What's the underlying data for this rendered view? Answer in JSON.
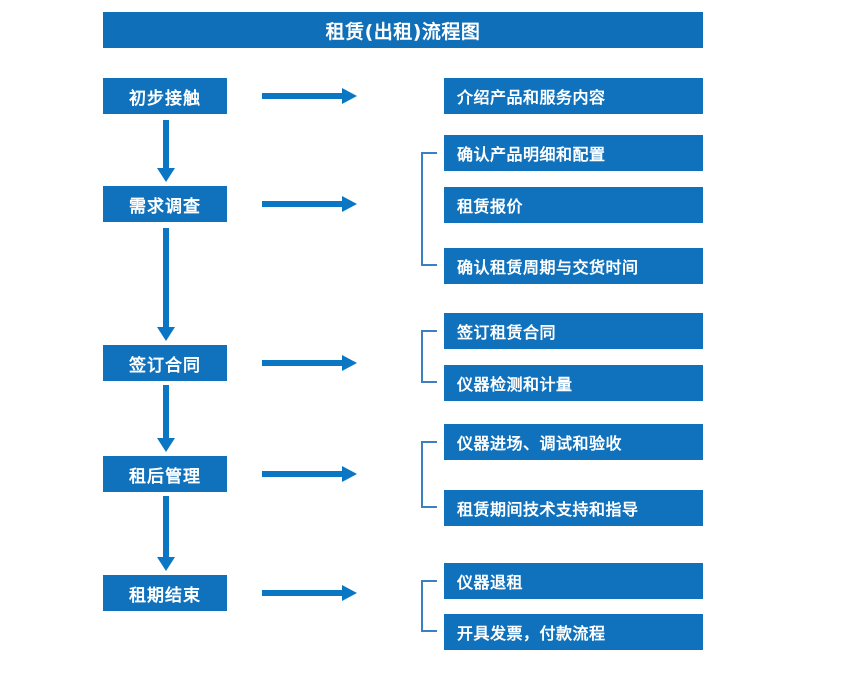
{
  "title": "租赁(出租)流程图",
  "colors": {
    "box_fill": "#1071BC",
    "banner_fill": "#0F6FB8",
    "arrow": "#0B76C4",
    "bracket": "#3E7FC1",
    "text": "#FFFFFF",
    "background": "#FFFFFF"
  },
  "stages": [
    {
      "id": "stage-1",
      "label": "初步接触"
    },
    {
      "id": "stage-2",
      "label": "需求调查"
    },
    {
      "id": "stage-3",
      "label": "签订合同"
    },
    {
      "id": "stage-4",
      "label": "租后管理"
    },
    {
      "id": "stage-5",
      "label": "租期结束"
    }
  ],
  "details": [
    {
      "id": "detail-1-1",
      "label": "介绍产品和服务内容"
    },
    {
      "id": "detail-2-1",
      "label": "确认产品明细和配置"
    },
    {
      "id": "detail-2-2",
      "label": "租赁报价"
    },
    {
      "id": "detail-2-3",
      "label": "确认租赁周期与交货时间"
    },
    {
      "id": "detail-3-1",
      "label": "签订租赁合同"
    },
    {
      "id": "detail-3-2",
      "label": "仪器检测和计量"
    },
    {
      "id": "detail-4-1",
      "label": "仪器进场、调试和验收"
    },
    {
      "id": "detail-4-2",
      "label": "租赁期间技术支持和指导"
    },
    {
      "id": "detail-5-1",
      "label": "仪器退租"
    },
    {
      "id": "detail-5-2",
      "label": "开具发票，付款流程"
    }
  ],
  "flow": {
    "vertical_connectors": 4,
    "horizontal_connectors": 5,
    "brackets": 4
  }
}
